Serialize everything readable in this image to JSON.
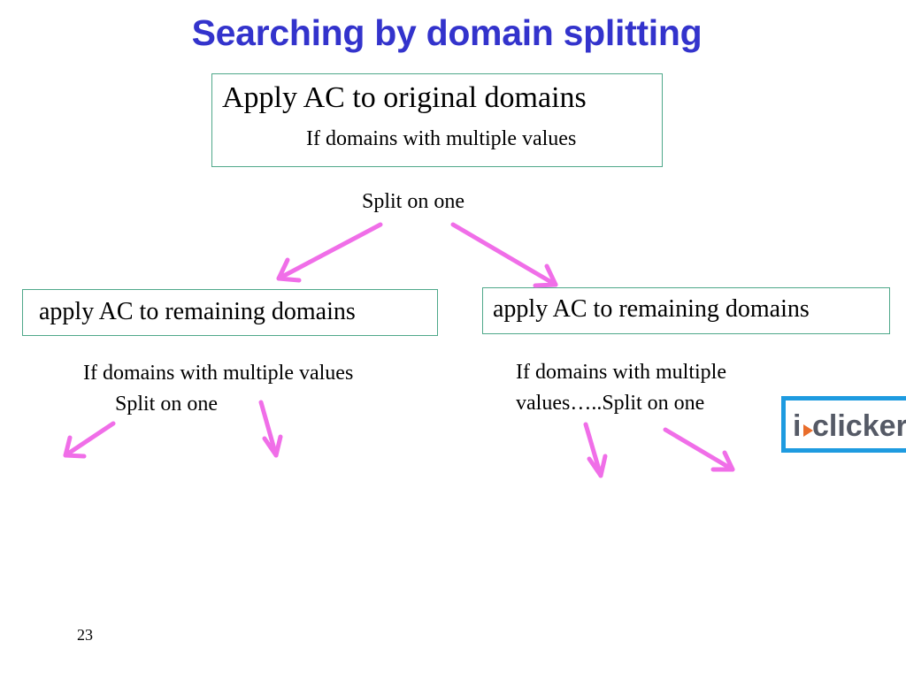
{
  "slide": {
    "title": "Searching by domain splitting",
    "page_number": "23"
  },
  "root": {
    "label": "Apply AC to original domains",
    "condition": "If domains with multiple values"
  },
  "split_label": "Split on one",
  "left_branch": {
    "label": "apply AC to remaining domains",
    "note_line1": "If domains with multiple values",
    "note_line2": "Split on one"
  },
  "right_branch": {
    "label": "apply AC to remaining domains",
    "note_line1": "If domains with multiple",
    "note_line2": "values…..Split on one"
  },
  "logo": {
    "prefix": "i",
    "rest": "clicker.",
    "name": "iclicker-logo"
  },
  "colors": {
    "title": "#3333cc",
    "arrow": "#f06ee8",
    "box_border": "#4fa88a",
    "logo_border": "#1e9be0"
  }
}
